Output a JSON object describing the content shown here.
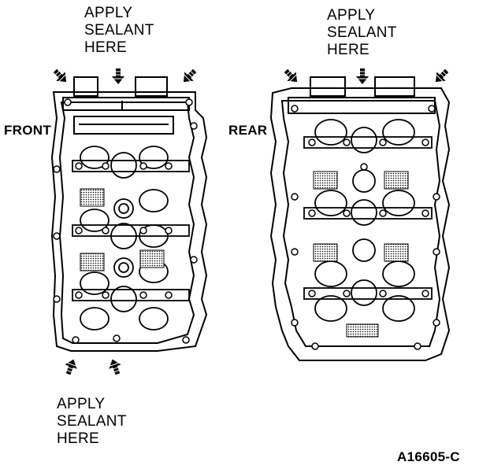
{
  "labels": {
    "top_left": "APPLY\nSEALANT\nHERE",
    "top_right": "APPLY\nSEALANT\nHERE",
    "bottom_left": "APPLY\nSEALANT\nHERE",
    "front": "FRONT",
    "rear": "REAR",
    "figure_id": "A16605-C"
  },
  "colors": {
    "ink": "#000000",
    "paper": "#ffffff",
    "shade": "#c8c8c8"
  }
}
